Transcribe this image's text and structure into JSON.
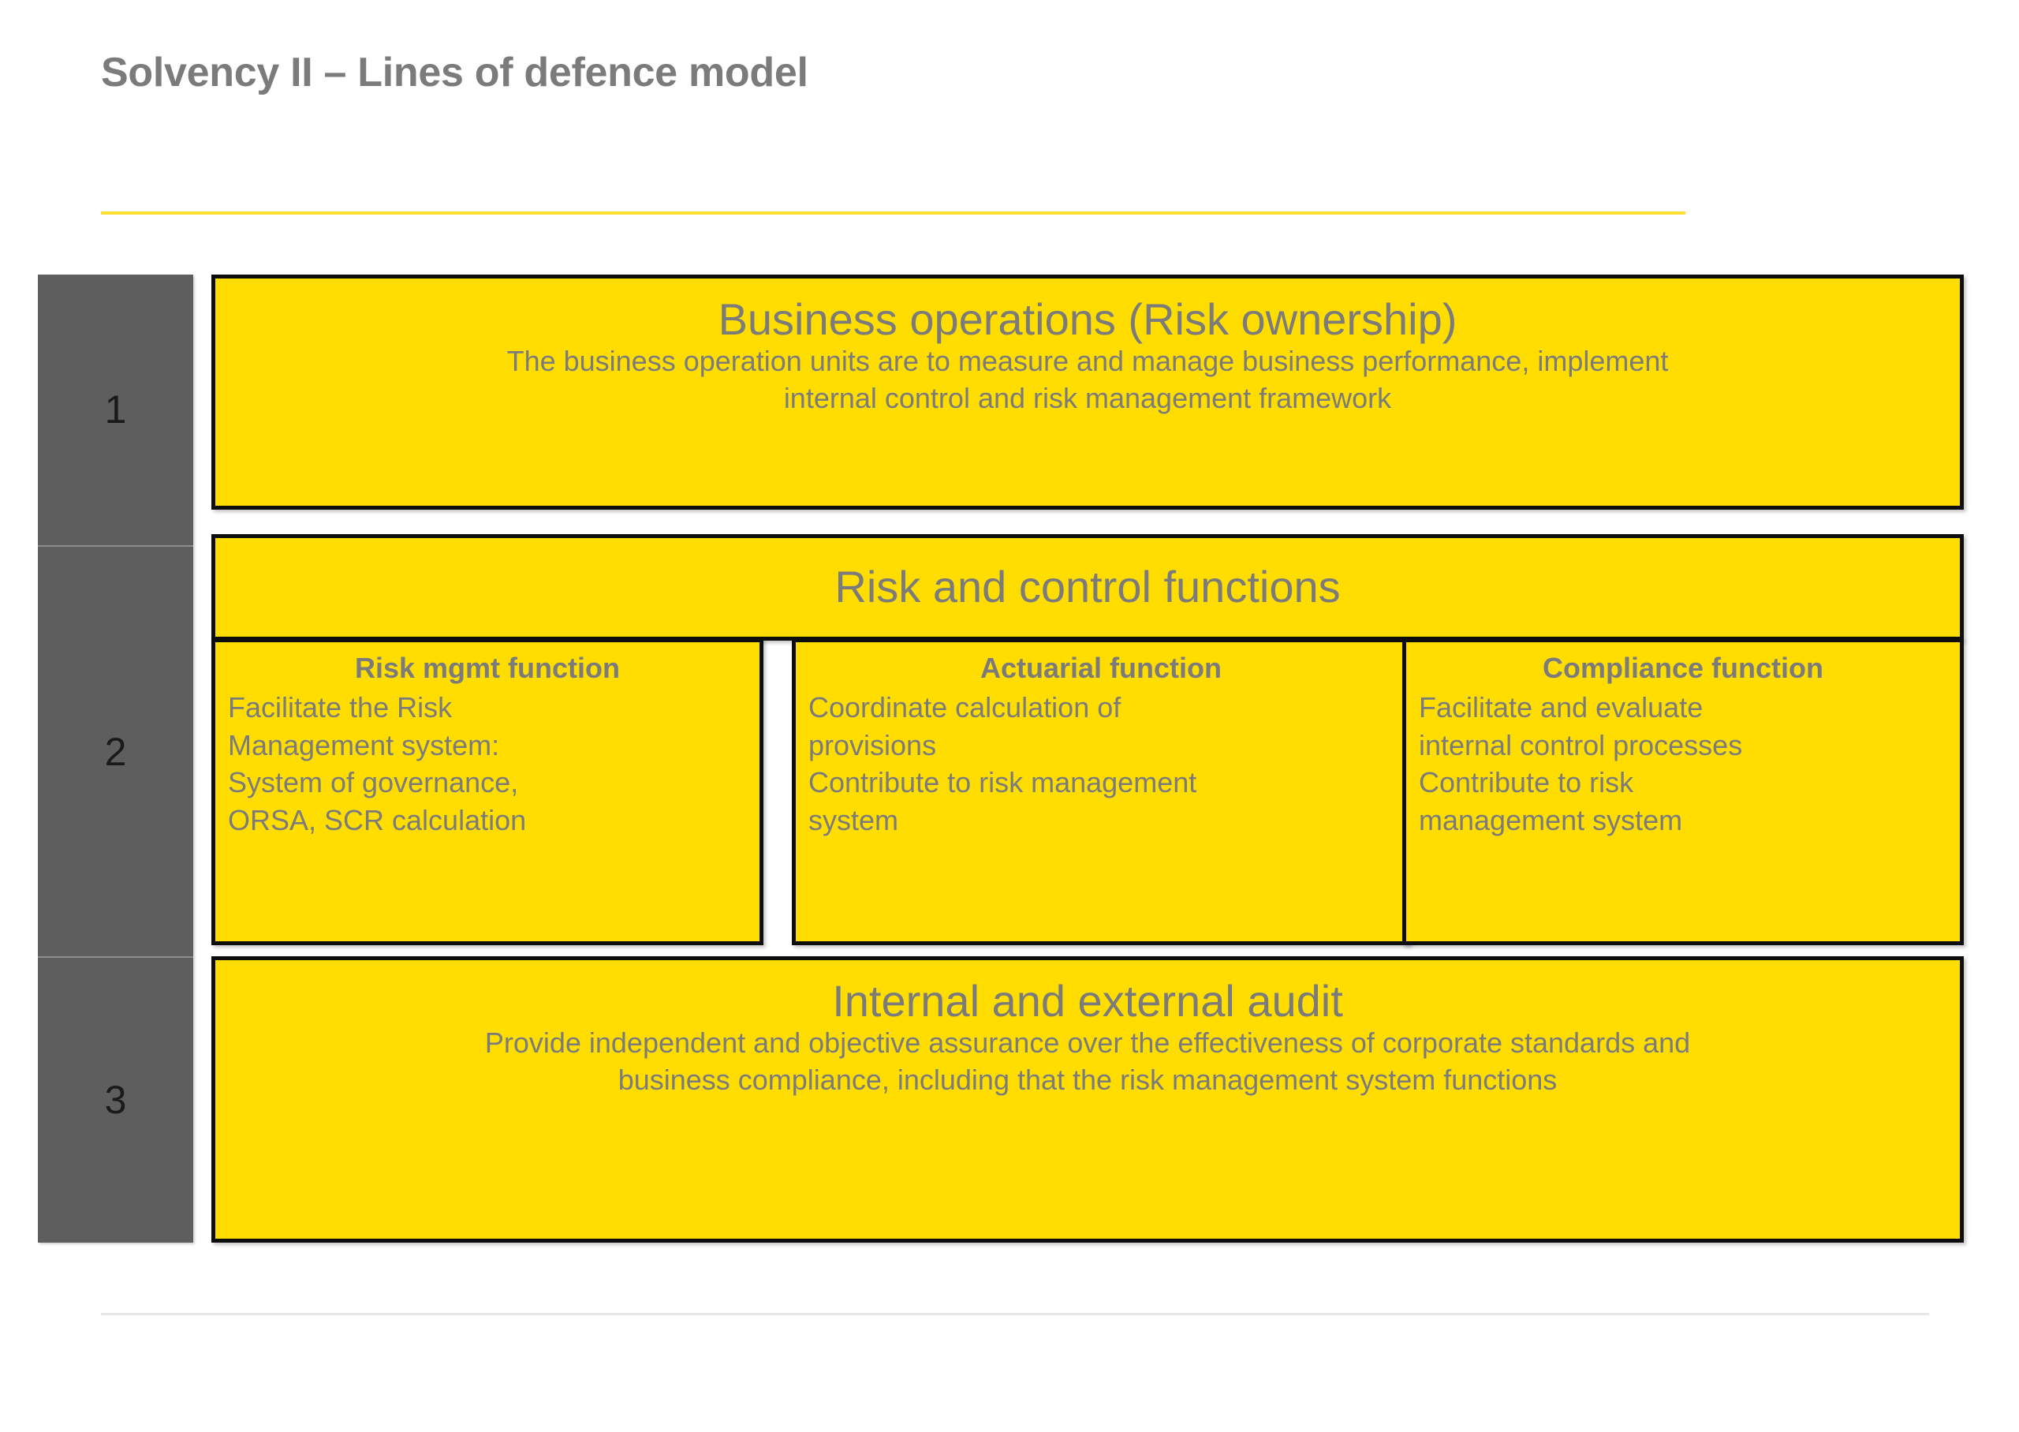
{
  "slide": {
    "title": "Solvency II – Lines of defence model",
    "colors": {
      "accent_rule": "#FFE033",
      "box_fill": "#FFDD00",
      "box_border": "#0D0D0D",
      "tier_column": "#5E5E5E",
      "text_gray": "#7B7B7B",
      "footer_rule": "#E6E6E6"
    }
  },
  "tiers": [
    {
      "number": "1"
    },
    {
      "number": "2"
    },
    {
      "number": "3"
    }
  ],
  "lines_of_defence": [
    {
      "tier": "1",
      "title": "Business operations (Risk ownership)",
      "body_lines": [
        "The business operation units are to measure and manage business performance, implement",
        "internal control and risk management framework"
      ]
    },
    {
      "tier": "2",
      "title": "Risk and control functions",
      "functions": [
        {
          "name": "Risk mgmt function",
          "body_lines": [
            "Facilitate the Risk",
            "Management system:",
            "System of governance,",
            "ORSA, SCR calculation"
          ]
        },
        {
          "name": "Actuarial function",
          "body_lines": [
            "Coordinate calculation of",
            "provisions",
            "Contribute to risk management",
            "system"
          ]
        },
        {
          "name": "Compliance function",
          "body_lines": [
            "Facilitate and evaluate",
            "internal control processes",
            "Contribute to risk",
            "management system"
          ]
        }
      ]
    },
    {
      "tier": "3",
      "title": "Internal and external audit",
      "body_lines": [
        "Provide independent and objective assurance over the effectiveness of corporate standards and",
        "business compliance, including that the risk management system functions"
      ]
    }
  ]
}
